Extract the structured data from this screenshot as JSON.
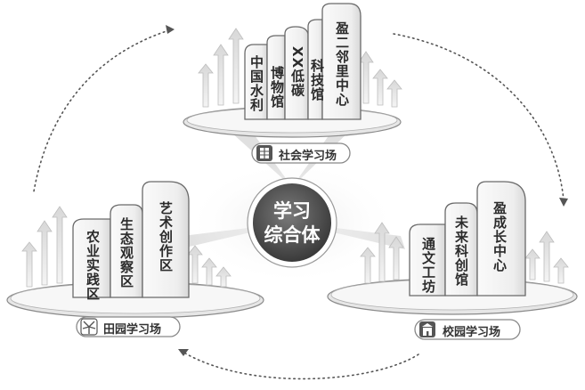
{
  "center": {
    "line1": "学习",
    "line2": "综合体"
  },
  "groups": {
    "social": {
      "label": "社会学习场",
      "buildings": [
        "中国水利",
        "博物馆",
        "XX低碳",
        "科技馆",
        "盈二邻里中心"
      ]
    },
    "rural": {
      "label": "田园学习场",
      "buildings": [
        "农业实践区",
        "生态观察区",
        "艺术创作区"
      ]
    },
    "campus": {
      "label": "校园学习场",
      "buildings": [
        "通文工坊",
        "未来科创馆",
        "盈成长中心"
      ]
    }
  },
  "colors": {
    "hub": "#5a5a5a",
    "building_fill": "#f4f4f4",
    "building_stroke": "#6a6a6a",
    "arrow": "#cfcfcf",
    "dots": "#555555"
  },
  "icons": {
    "social": "office-building-icon",
    "rural": "windmill-icon",
    "campus": "school-building-icon"
  }
}
